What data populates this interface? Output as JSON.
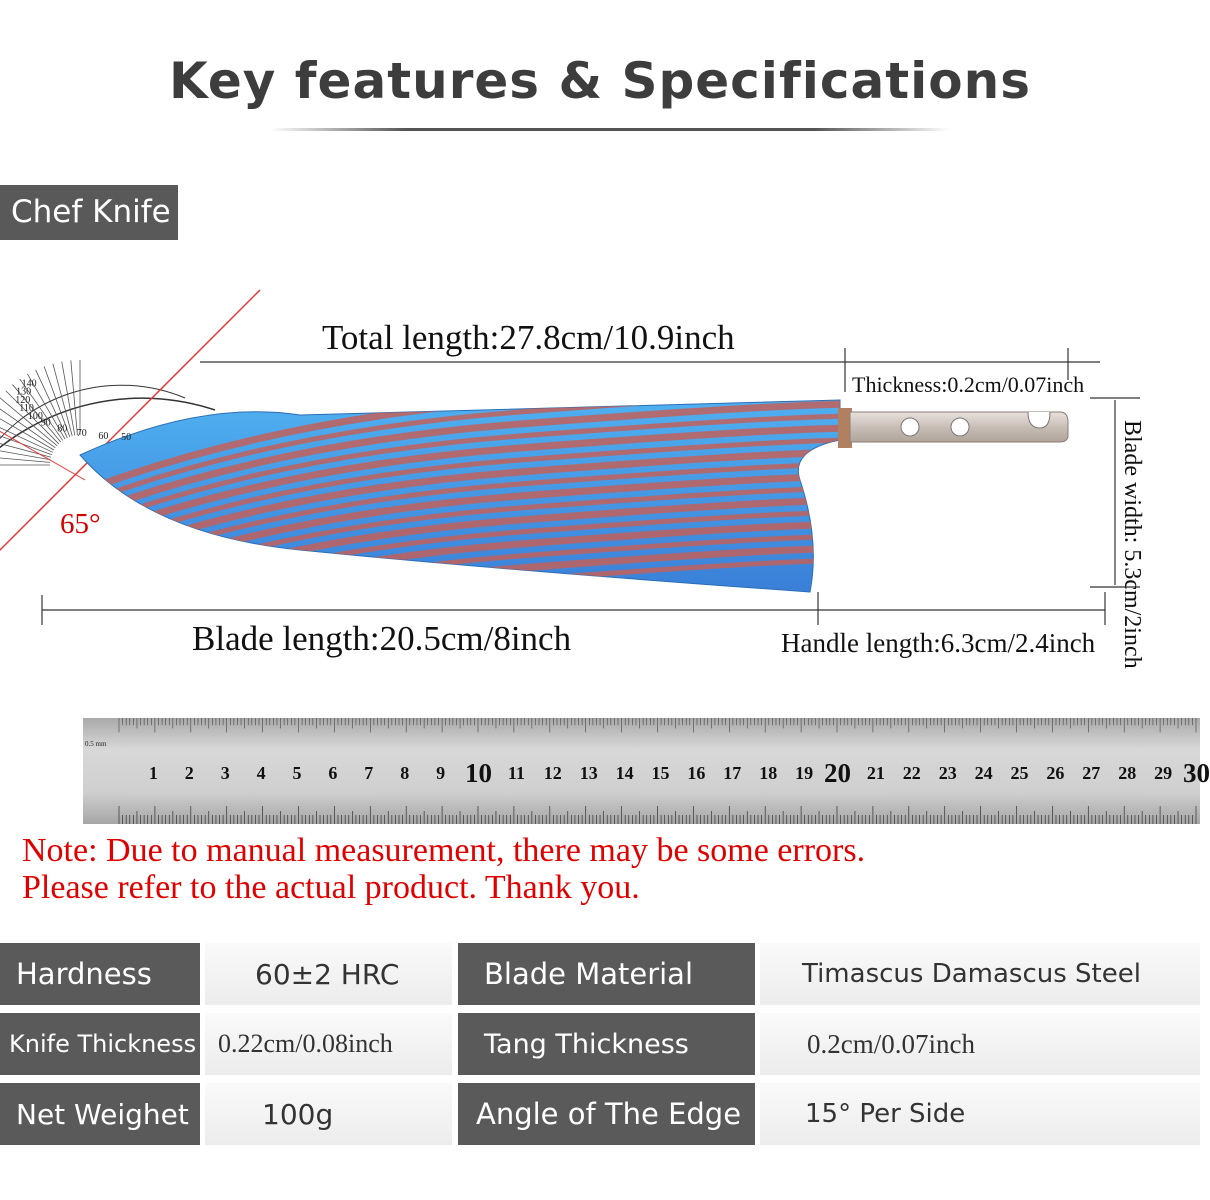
{
  "header": {
    "title": "Key features & Specifications",
    "badge": "Chef Knife"
  },
  "diagram": {
    "total_length": "Total length:27.8cm/10.9inch",
    "thickness": "Thickness:0.2cm/0.07inch",
    "blade_width": "Blade width: 5.3cm/2inch",
    "angle": "65°",
    "blade_length": "Blade length:20.5cm/8inch",
    "handle_length": "Handle length:6.3cm/2.4inch"
  },
  "ruler": {
    "numbers": [
      "1",
      "2",
      "3",
      "4",
      "5",
      "6",
      "7",
      "8",
      "9",
      "10",
      "11",
      "12",
      "13",
      "14",
      "15",
      "16",
      "17",
      "18",
      "19",
      "20",
      "21",
      "22",
      "23",
      "24",
      "25",
      "26",
      "27",
      "28",
      "29",
      "30"
    ],
    "unit_small": "0.5 mm"
  },
  "protractor": {
    "outer_numbers": [
      "140",
      "130",
      "120",
      "110",
      "100",
      "90",
      "80",
      "70",
      "60",
      "50"
    ],
    "inner_numbers": [
      "40",
      "50",
      "60",
      "70",
      "80",
      "90",
      "100",
      "110",
      "120"
    ]
  },
  "note": {
    "line1": "Note: Due to manual measurement, there may be some errors.",
    "line2": "Please refer to the actual product. Thank you."
  },
  "specs": [
    {
      "label": "Hardness",
      "value": "60±2 HRC",
      "label2": "Blade Material",
      "value2": "Timascus Damascus  Steel"
    },
    {
      "label": "Knife Thickness",
      "value": "0.22cm/0.08inch",
      "label2": "Tang Thickness",
      "value2": "0.2cm/0.07inch"
    },
    {
      "label": "Net Weighet",
      "value": "100g",
      "label2": "Angle of The Edge",
      "value2": "15° Per Side"
    }
  ],
  "colors": {
    "label_bg": "#5a5a5a",
    "note_red": "#e10000",
    "angle_red": "#d40000",
    "blade_blue": "#3aa0e8",
    "blade_copper": "#c2605a"
  }
}
